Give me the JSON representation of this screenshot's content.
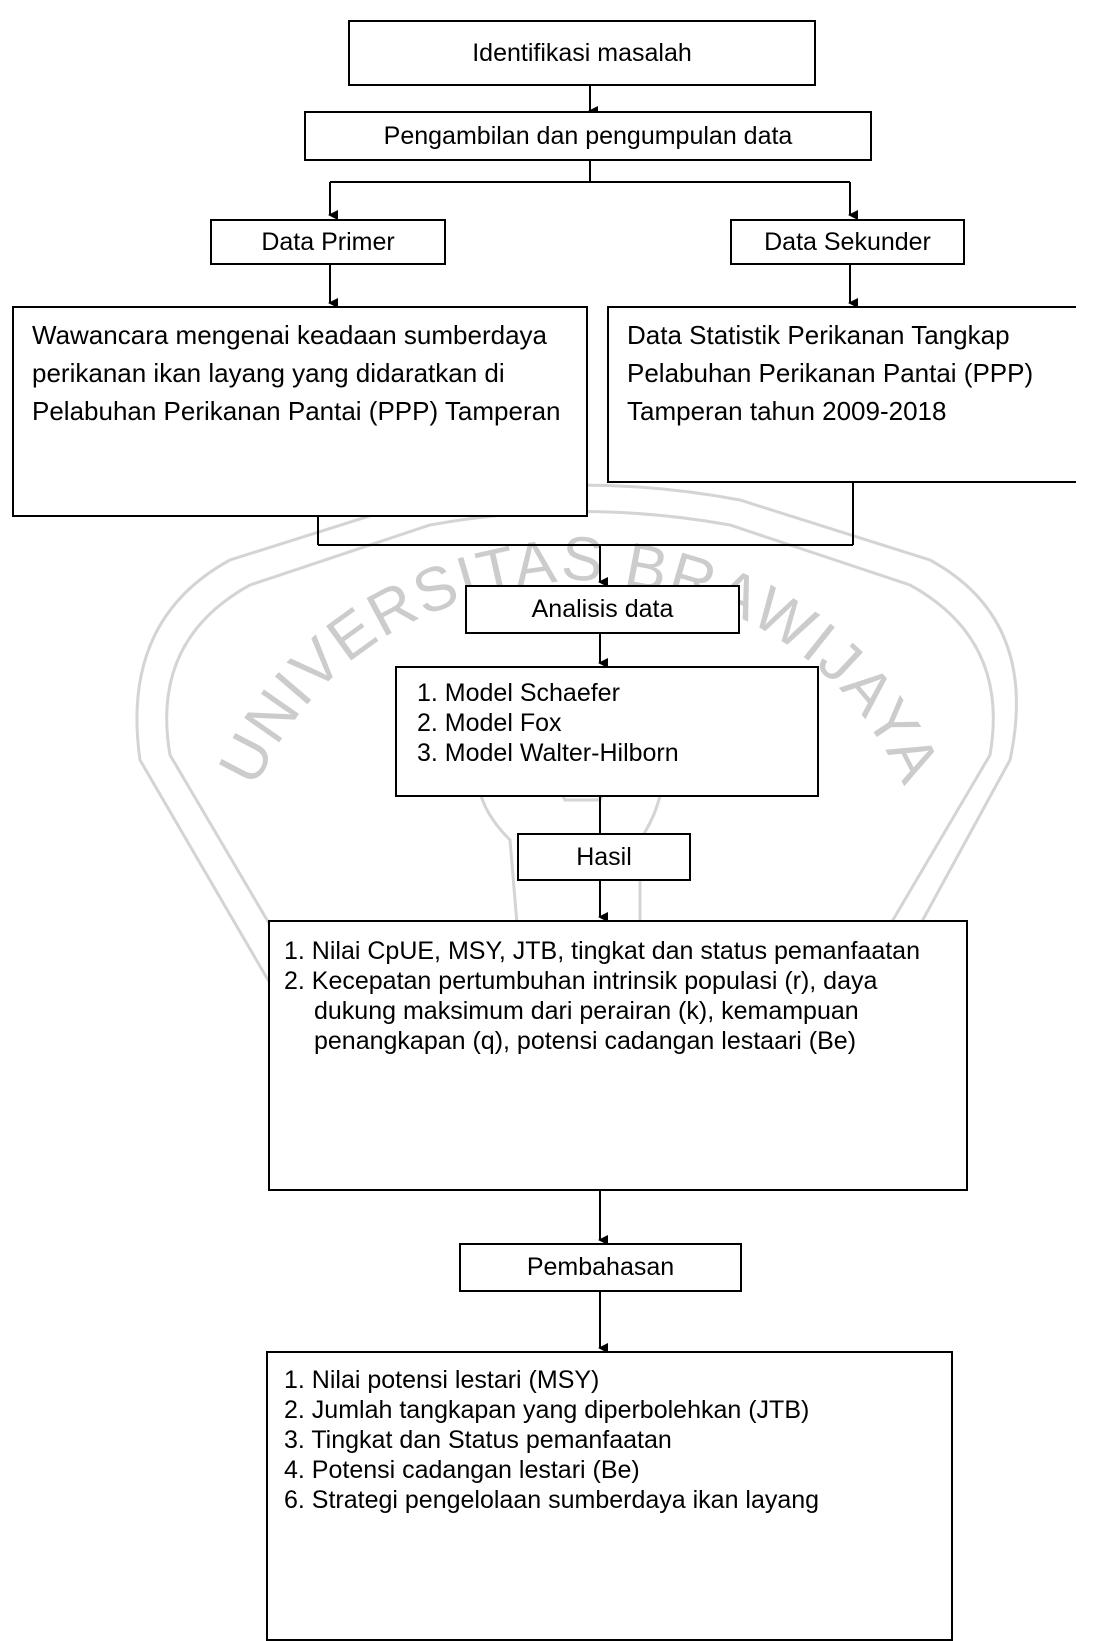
{
  "watermark": {
    "text": "UNIVERSITAS BRAWIJAYA",
    "color": "#c9c9c9"
  },
  "steps": {
    "identifikasi": "Identifikasi masalah",
    "pengambilan": "Pengambilan dan pengumpulan data",
    "data_primer": "Data Primer",
    "data_sekunder": "Data Sekunder",
    "primer_detail": "Wawancara mengenai keadaan sumberdaya perikanan ikan layang yang didaratkan di Pelabuhan Perikanan Pantai (PPP) Tamperan",
    "sekunder_detail": "Data Statistik Perikanan Tangkap Pelabuhan Perikanan Pantai (PPP) Tamperan tahun 2009-2018",
    "analisis": "Analisis data",
    "models": [
      "1. Model Schaefer",
      "2. Model Fox",
      "3. Model Walter-Hilborn"
    ],
    "hasil": "Hasil",
    "hasil_items": [
      "1. Nilai CpUE, MSY, JTB, tingkat dan status pemanfaatan",
      "2. Kecepatan pertumbuhan intrinsik populasi (r), daya dukung maksimum dari perairan (k), kemampuan penangkapan (q), potensi cadangan lestaari (Be)"
    ],
    "pembahasan": "Pembahasan",
    "pembahasan_items": [
      "1. Nilai potensi lestari (MSY)",
      "2. Jumlah tangkapan yang diperbolehkan (JTB)",
      "3. Tingkat dan Status pemanfaatan",
      "4. Potensi cadangan lestari (Be)",
      "6. Strategi pengelolaan sumberdaya ikan layang"
    ]
  }
}
